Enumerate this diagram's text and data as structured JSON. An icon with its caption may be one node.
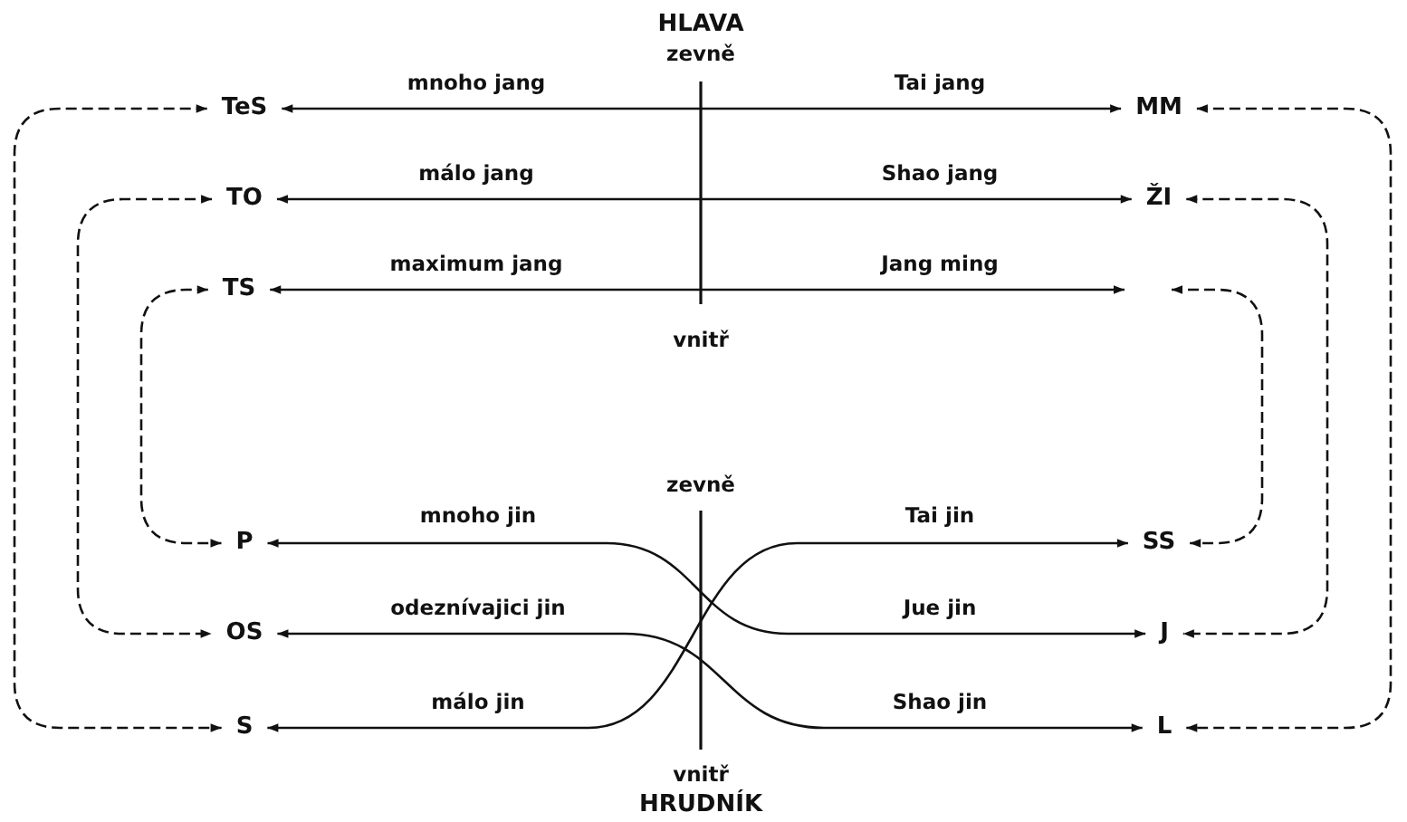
{
  "diagram": {
    "nodes": [
      {
        "text": [
          "TeS"
        ]
      },
      {
        "text": [
          "MM"
        ]
      },
      {
        "text": [
          "TO"
        ]
      },
      {
        "text": [
          "ŽI"
        ]
      },
      {
        "text": [
          "TS"
        ]
      },
      {
        "text": [
          "P"
        ]
      },
      {
        "text": [
          "SS"
        ]
      },
      {
        "text": [
          "OS"
        ]
      },
      {
        "text": [
          "J"
        ]
      },
      {
        "text": [
          "S"
        ]
      },
      {
        "text": [
          "L"
        ]
      }
    ],
    "edges": [
      {
        "from": 0,
        "to": 1,
        "arrow": "both",
        "label": "mnoho jang"
      },
      {
        "from": 2,
        "to": 3,
        "arrow": "both",
        "label": "málo jang"
      },
      {
        "from": 4,
        "to": null,
        "arrow": "both",
        "label": "maximum jang"
      },
      {
        "from": 5,
        "to": 8,
        "arrow": "both",
        "label": "mnoho jin"
      },
      {
        "from": 7,
        "to": 10,
        "arrow": "both",
        "label": "odeznívajici jin"
      },
      {
        "from": 9,
        "to": 6,
        "arrow": "both",
        "label": "málo jin"
      },
      {
        "from": 0,
        "to": 9,
        "arrow": "both",
        "style": "dashed"
      },
      {
        "from": 2,
        "to": 7,
        "arrow": "both",
        "style": "dashed"
      },
      {
        "from": 4,
        "to": 5,
        "arrow": "both",
        "style": "dashed"
      },
      {
        "from": 1,
        "to": 10,
        "arrow": "both",
        "style": "dashed"
      },
      {
        "from": 3,
        "to": 8,
        "arrow": "both",
        "style": "dashed"
      },
      {
        "from": null,
        "to": 6,
        "arrow": "both",
        "style": "dashed"
      }
    ],
    "labels": [
      "HLAVA",
      "zevně",
      "Tai jang",
      "Shao jang",
      "Jang ming",
      "vnitř",
      "zevně",
      "Tai jin",
      "Jue jin",
      "Shao jin",
      "vnitř",
      "HRUDNÍK"
    ]
  }
}
